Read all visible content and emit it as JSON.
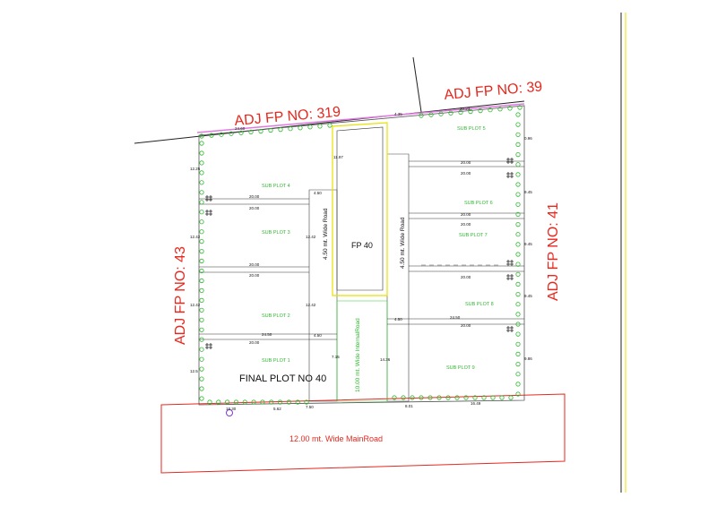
{
  "adjacent_plots": {
    "north_left": "ADJ FP NO: 319",
    "north_right": "ADJ FP NO: 39",
    "west": "ADJ FP NO: 43",
    "east": "ADJ FP NO: 41"
  },
  "final_plot": "FINAL PLOT NO 40",
  "fp_label": "FP 40",
  "main_road": "12.00 mt. Wide MainRoad",
  "internal_road": "10.00 mt. Wide InternalRoad",
  "road_left": "4.50 mt. Wide Road",
  "road_right": "4.50 mt. Wide Road",
  "subplots": {
    "s1": "SUB PLOT 1",
    "s2": "SUB PLOT 2",
    "s3": "SUB PLOT 3",
    "s4": "SUB PLOT 4",
    "s5": "SUB PLOT 5",
    "s6": "SUB PLOT 6",
    "s7": "SUB PLOT 7",
    "s8": "SUB PLOT 8",
    "s9": "SUB PLOT 9"
  },
  "dimensions": {
    "top_left": "24.60",
    "top_mid": "4.35",
    "top_right": "20.23",
    "left_1": "12.25",
    "left_2": "12.42",
    "left_3": "12.42",
    "left_4": "12.5",
    "mid_top": "11.97",
    "r_1": "0.96",
    "r_2": "9.45",
    "r_3": "9.45",
    "r_4": "9.45",
    "r_5": "9.86",
    "w20_a": "20.00",
    "w20_b": "20.00",
    "w20_c": "20.00",
    "w20_d": "20.00",
    "w20_e": "20.00",
    "w20_f": "20.00",
    "w20_g": "20.00",
    "w20_h": "20.00",
    "w20_i": "20.00",
    "w20_j": "20.00",
    "w20_k": "20.00",
    "w24_l": "24.50",
    "w24_r": "24.50",
    "mid_l_1": "12.42",
    "mid_l_2": "12.42",
    "w450_a": "4.50",
    "w450_b": "4.50",
    "w450_c": "4.50",
    "d_715": "7.15",
    "d_1436": "14.36",
    "b_562": "5.62",
    "b_750": "7.50",
    "b_801": "8.01",
    "b_1649": "16.49",
    "b_1830": "18.30"
  }
}
